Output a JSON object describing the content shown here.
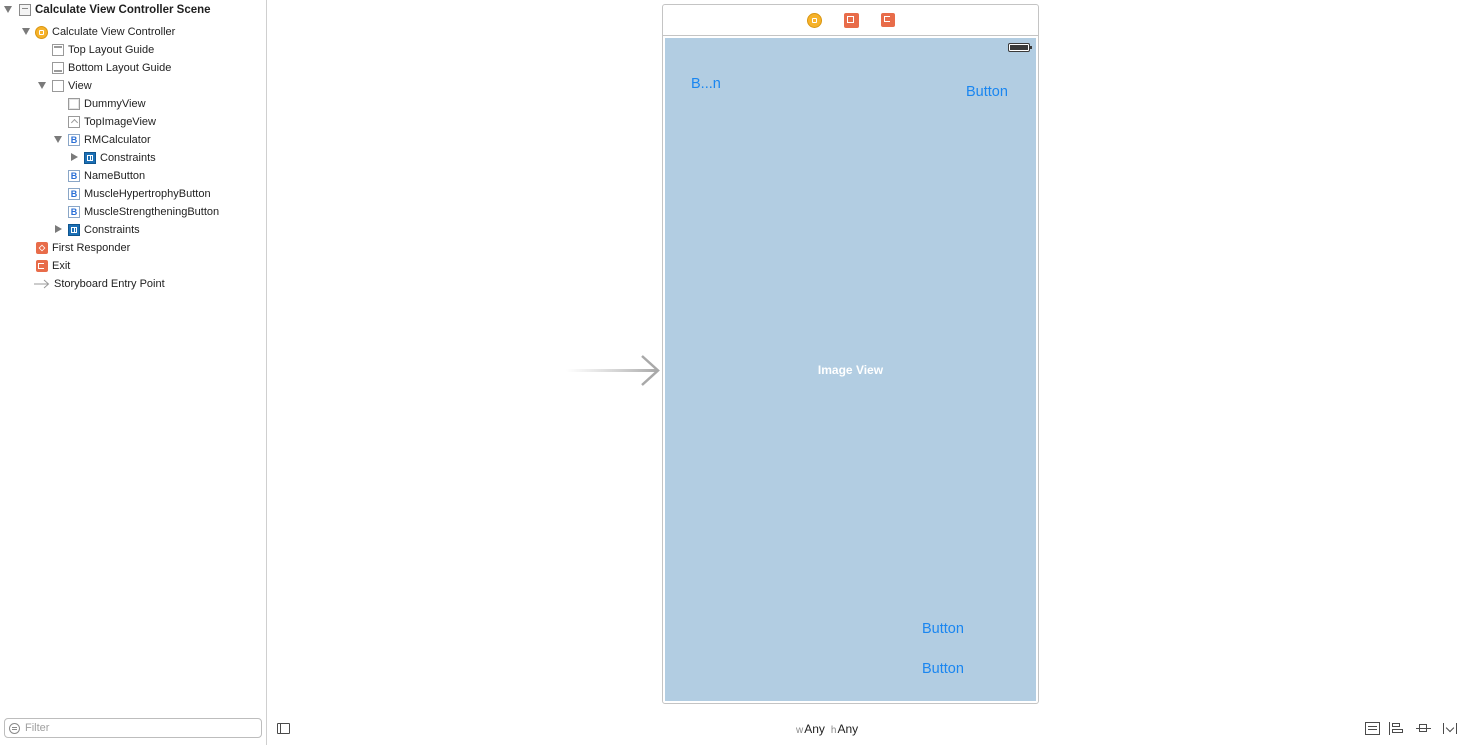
{
  "outline": {
    "items": [
      {
        "label": "Calculate View Controller Scene"
      },
      {
        "label": "Calculate View Controller"
      },
      {
        "label": "Top Layout Guide"
      },
      {
        "label": "Bottom Layout Guide"
      },
      {
        "label": "View"
      },
      {
        "label": "DummyView"
      },
      {
        "label": "TopImageView"
      },
      {
        "label": "RMCalculator"
      },
      {
        "label": "Constraints"
      },
      {
        "label": "NameButton"
      },
      {
        "label": "MuscleHypertrophyButton"
      },
      {
        "label": "MuscleStrengtheningButton"
      },
      {
        "label": "Constraints"
      },
      {
        "label": "First Responder"
      },
      {
        "label": "Exit"
      },
      {
        "label": "Storyboard Entry Point"
      }
    ],
    "filter_placeholder": "Filter"
  },
  "scene": {
    "top_left_button": "B...n",
    "top_right_button": "Button",
    "image_view_label": "Image View",
    "bottom_button_1": "Button",
    "bottom_button_2": "Button",
    "view_background": "#b2cde2",
    "button_color": "#1a86f0"
  },
  "bottom_bar": {
    "width_prefix": "w",
    "width_value": "Any",
    "height_prefix": "h",
    "height_value": "Any"
  },
  "icons": {
    "view_controller": "view-controller-icon",
    "first_responder": "first-responder-icon",
    "exit": "exit-icon",
    "storyboard_entry": "arrow-right-icon"
  }
}
